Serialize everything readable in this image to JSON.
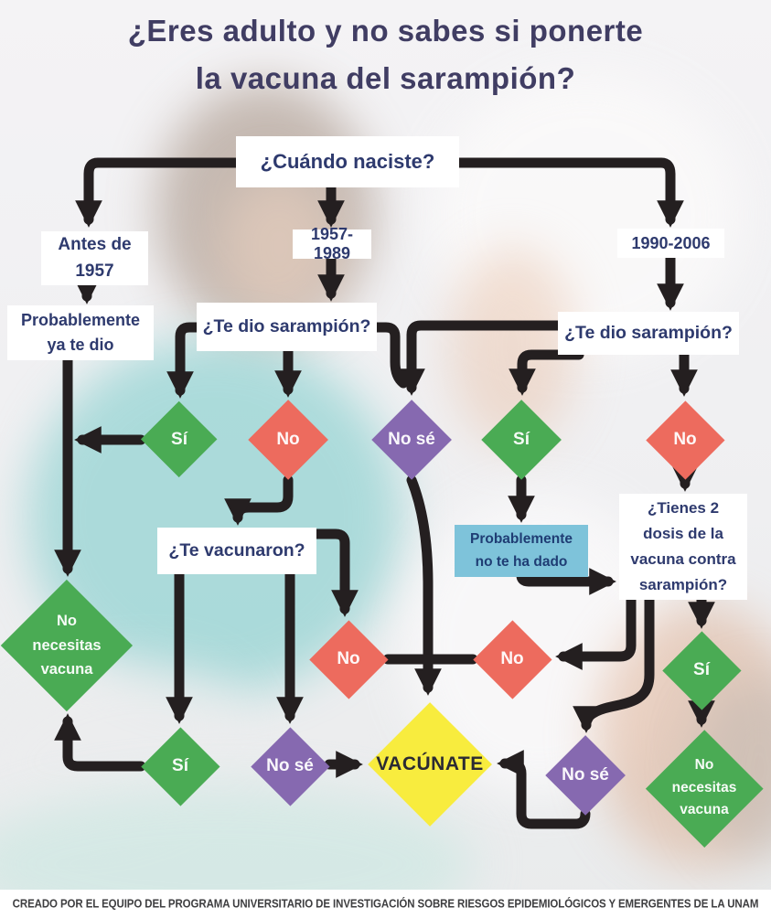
{
  "title": {
    "line1": "¿Eres adulto y no sabes si ponerte",
    "line2": "la vacuna del sarampión?"
  },
  "flowchart": {
    "question_cuando_naciste": "¿Cuándo naciste?",
    "branch_antes_line1": "Antes de",
    "branch_antes_line2": "1957",
    "branch_1957_1989": "1957-1989",
    "branch_1990_2006": "1990-2006",
    "probablemente_ya_line1": "Probablemente",
    "probablemente_ya_line2": "ya te dio",
    "question_te_dio_sarampion": "¿Te dio sarampión?",
    "question_te_vacunaron": "¿Te vacunaron?",
    "probablemente_no_line1": "Probablemente",
    "probablemente_no_line2": "no te ha dado",
    "question_dosis_line1": "¿Tienes 2",
    "question_dosis_line2": "dosis de la",
    "question_dosis_line3": "vacuna contra",
    "question_dosis_line4": "sarampión?",
    "answer_si": "Sí",
    "answer_no": "No",
    "answer_no_se": "No sé",
    "no_necesitas_line1": "No",
    "no_necesitas_line2": "necesitas",
    "no_necesitas_line3": "vacuna",
    "vacunate": "VACÚNATE"
  },
  "footer": {
    "credit": "CREADO POR EL EQUIPO DEL PROGRAMA UNIVERSITARIO DE INVESTIGACIÓN SOBRE RIESGOS EPIDEMIOLÓGICOS Y EMERGENTES DE LA UNAM"
  },
  "colors": {
    "green": "#4aab54",
    "red": "#ed6b5e",
    "purple": "#8669b0",
    "yellow": "#f8ec3e",
    "light_blue_box": "#7ec3da",
    "navy_text": "#2e3a6e",
    "title_text": "#403d63",
    "connector_black": "#241f20",
    "white_box": "#ffffff"
  }
}
